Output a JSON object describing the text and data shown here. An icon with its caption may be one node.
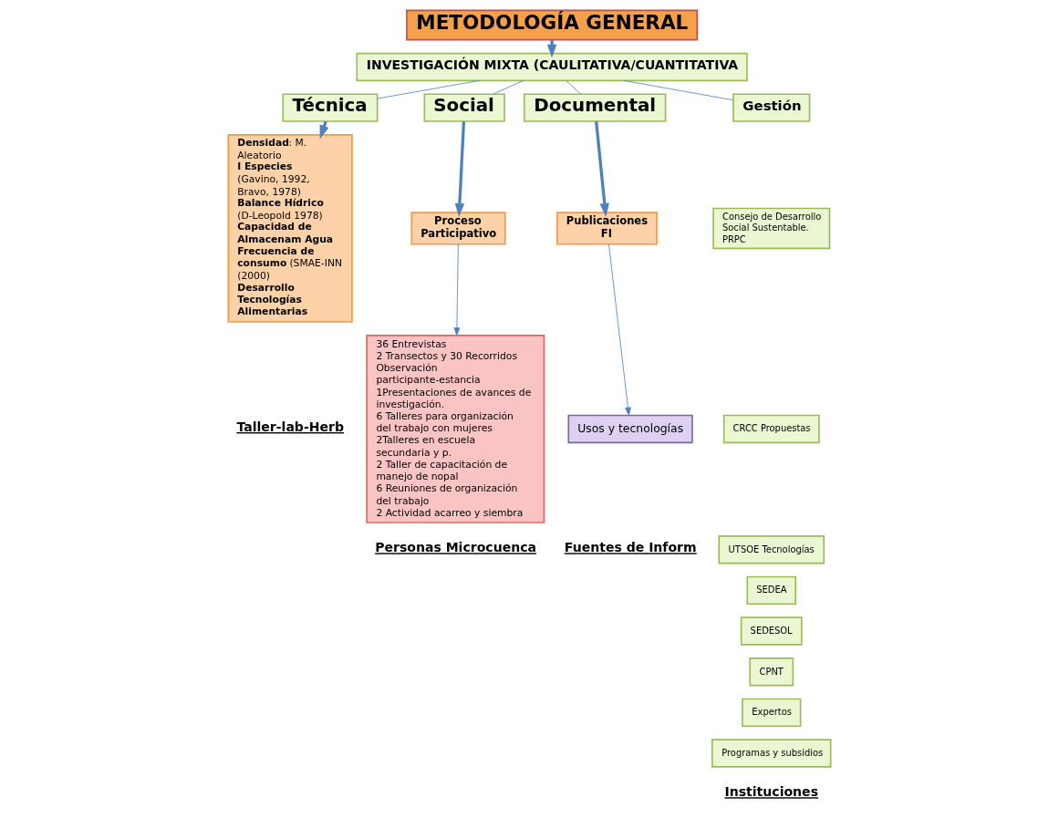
{
  "diagram": {
    "nodes": [
      {
        "text": [
          "METODOLOGÍA GENERAL"
        ]
      },
      {
        "text": [
          "INVESTIGACIÓN MIXTA (CAULITATIVA/CUANTITATIVA"
        ]
      },
      {
        "text": [
          "Técnica"
        ]
      },
      {
        "text": [
          "Social"
        ]
      },
      {
        "text": [
          "Documental"
        ]
      },
      {
        "text": [
          "Gestión"
        ]
      },
      {
        "text": [
          "**Densidad**: M. Aleatorio",
          "**I Especies** (Gavino, 1992, Bravo, 1978)",
          "**Balance Hídrico** (D-Leopold 1978)",
          "**Capacidad de Almacenam Agua**",
          "**Frecuencia de consumo** (SMAE-INN (2000)",
          "**Desarrollo Tecnologías Alimentarias**"
        ]
      },
      {
        "text": [
          "Proceso Participativo"
        ]
      },
      {
        "text": [
          "Publicaciones FI"
        ]
      },
      {
        "text": [
          "Consejo de Desarrollo Social Sustentable. PRPC"
        ]
      },
      {
        "text": [
          "36 Entrevistas",
          "2 Transectos y 30 Recorridos",
          "Observación participante-estancia",
          "1Presentaciones de avances de investigación.",
          "6 Talleres para organización del trabajo con mujeres",
          "2Talleres en escuela secundaria y p.",
          "2 Taller de capacitación de manejo de nopal",
          "6 Reuniones de organización del trabajo",
          "2 Actividad acarreo y siembra"
        ]
      },
      {
        "text": [
          "Usos y tecnologías"
        ]
      },
      {
        "text": [
          "CRCC Propuestas"
        ]
      },
      {
        "text": [
          "UTSOE Tecnologías"
        ]
      },
      {
        "text": [
          "SEDEA"
        ]
      },
      {
        "text": [
          "SEDESOL"
        ]
      },
      {
        "text": [
          "CPNT"
        ]
      },
      {
        "text": [
          "Expertos"
        ]
      },
      {
        "text": [
          "Programas y subsidios"
        ]
      }
    ],
    "edges": [
      {
        "from": 0,
        "to": 1,
        "arrow": "to",
        "style": "thick"
      },
      {
        "from": 1,
        "to": 2,
        "arrow": "none"
      },
      {
        "from": 1,
        "to": 3,
        "arrow": "none"
      },
      {
        "from": 1,
        "to": 4,
        "arrow": "none"
      },
      {
        "from": 1,
        "to": 5,
        "arrow": "none"
      },
      {
        "from": 2,
        "to": 6,
        "arrow": "to",
        "style": "thick"
      },
      {
        "from": 3,
        "to": 7,
        "arrow": "to",
        "style": "thick"
      },
      {
        "from": 4,
        "to": 8,
        "arrow": "to",
        "style": "thick"
      },
      {
        "from": 7,
        "to": 10,
        "arrow": "to"
      },
      {
        "from": 8,
        "to": 11,
        "arrow": "to"
      }
    ],
    "labels": [
      "Fuentes de Inform",
      "Taller-lab-Herb",
      "Instituciones",
      "Personas Microcuenca"
    ]
  }
}
